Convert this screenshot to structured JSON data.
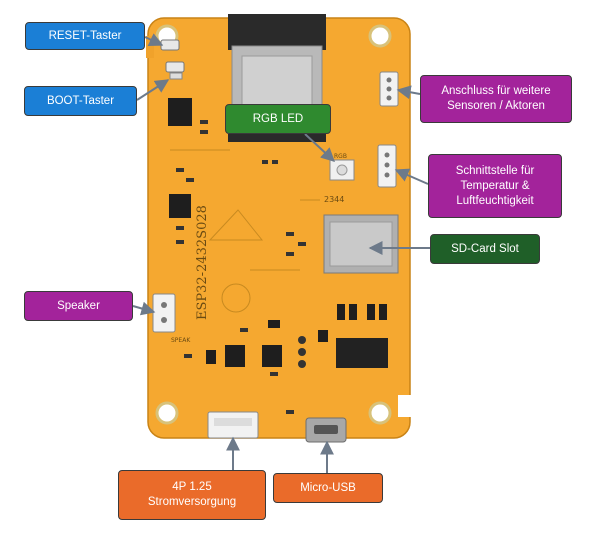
{
  "labels": {
    "reset": "RESET-Taster",
    "boot": "BOOT-Taster",
    "rgb_led": "RGB LED",
    "sensor_port": "Anschluss für weitere\nSensoren / Aktoren",
    "temp_port": "Schnittstelle für\nTemperatur &\nLuftfeuchtigkeit",
    "sd_card": "SD-Card Slot",
    "speaker": "Speaker",
    "power": "4P 1.25\nStromversorgung",
    "usb": "Micro-USB"
  },
  "board": {
    "model": "ESP32-2432S028",
    "code": "2344",
    "silk_speaker": "SPEAK",
    "silk_rgb": "RGB"
  },
  "colors": {
    "board": "#f5a830",
    "blue": "#1b7fd6",
    "purple": "#a3239b",
    "green": "#2f8a2f",
    "dark_green": "#1f5f28",
    "orange": "#ea6b2a",
    "arrow": "#6d7a8a"
  }
}
